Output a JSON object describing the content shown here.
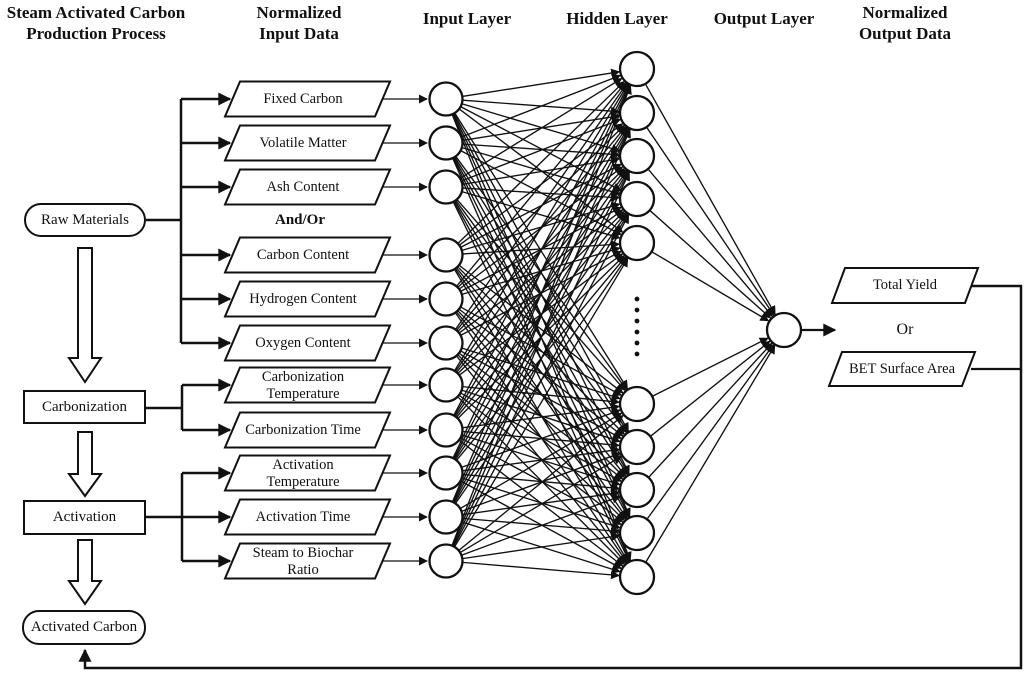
{
  "colors": {
    "line": "#111111",
    "background": "#ffffff"
  },
  "headers": {
    "process": "Steam Activated Carbon\nProduction Process",
    "input_data": "Normalized\nInput Data",
    "input_layer": "Input Layer",
    "hidden_layer": "Hidden Layer",
    "output_layer": "Output Layer",
    "output_data": "Normalized\nOutput Data"
  },
  "process_flow": {
    "steps": [
      {
        "label": "Raw Materials",
        "shape": "rounded"
      },
      {
        "label": "Carbonization",
        "shape": "rect"
      },
      {
        "label": "Activation",
        "shape": "rect"
      },
      {
        "label": "Activated Carbon",
        "shape": "rounded"
      }
    ]
  },
  "input_data": {
    "and_or_label": "And/Or",
    "items": [
      {
        "label": "Fixed Carbon",
        "source": "Raw Materials"
      },
      {
        "label": "Volatile Matter",
        "source": "Raw Materials"
      },
      {
        "label": "Ash Content",
        "source": "Raw Materials"
      },
      {
        "label": "Carbon Content",
        "source": "Raw Materials"
      },
      {
        "label": "Hydrogen Content",
        "source": "Raw Materials"
      },
      {
        "label": "Oxygen Content",
        "source": "Raw Materials"
      },
      {
        "label": "Carbonization\nTemperature",
        "source": "Carbonization"
      },
      {
        "label": "Carbonization Time",
        "source": "Carbonization"
      },
      {
        "label": "Activation\nTemperature",
        "source": "Activation"
      },
      {
        "label": "Activation Time",
        "source": "Activation"
      },
      {
        "label": "Steam to Biochar\nRatio",
        "source": "Activation"
      }
    ]
  },
  "network": {
    "input_nodes": 11,
    "hidden_nodes_shown": 10,
    "hidden_ellipsis_dots": 6,
    "output_nodes": 1,
    "fully_connected": true
  },
  "output_data": {
    "or_label": "Or",
    "items": [
      {
        "label": "Total Yield"
      },
      {
        "label": "BET Surface Area"
      }
    ]
  }
}
